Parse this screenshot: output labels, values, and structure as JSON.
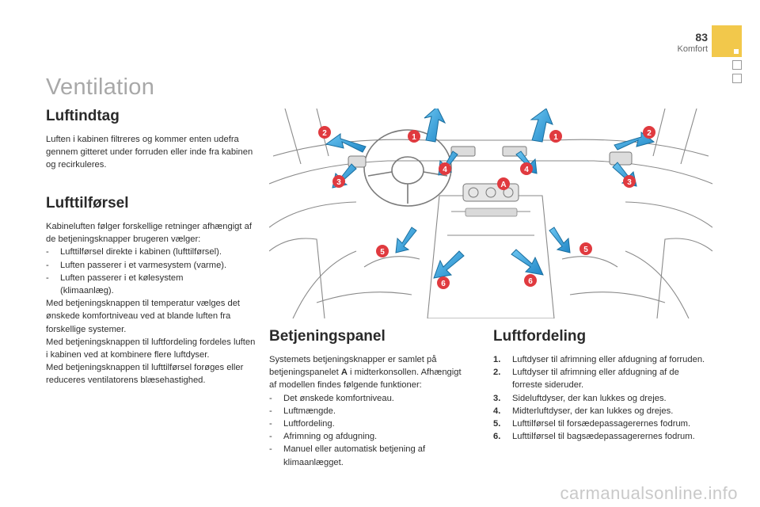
{
  "header": {
    "page_number": "83",
    "section": "Komfort"
  },
  "title": "Ventilation",
  "intake": {
    "heading": "Luftindtag",
    "body": "Luften i kabinen filtreres og kommer enten udefra gennem gitteret under forruden eller inde fra kabinen og recirkuleres."
  },
  "supply": {
    "heading": "Lufttilførsel",
    "intro": "Kabineluften følger forskellige retninger afhængigt af de betjeningsknapper brugeren vælger:",
    "items": [
      "Lufttilførsel direkte i kabinen (lufttilførsel).",
      "Luften passerer i et varmesystem (varme).",
      "Luften passerer i et kølesystem (klimaanlæg)."
    ],
    "p1": "Med betjeningsknappen til temperatur vælges det ønskede komfortniveau ved at blande luften fra forskellige systemer.",
    "p2": "Med betjeningsknappen til luftfordeling fordeles luften i kabinen ved at kombinere flere luftdyser.",
    "p3": "Med betjeningsknappen til lufttilførsel forøges eller reduceres ventilatorens blæsehastighed."
  },
  "panel": {
    "heading": "Betjeningspanel",
    "intro_before": "Systemets betjeningsknapper er samlet på betjeningspanelet ",
    "intro_bold": "A",
    "intro_after": " i midterkonsollen. Afhængigt af modellen findes følgende funktioner:",
    "items": [
      "Det ønskede komfortniveau.",
      "Luftmængde.",
      "Luftfordeling.",
      "Afrimning og afdugning.",
      "Manuel eller automatisk betjening af klimaanlægget."
    ]
  },
  "distribution": {
    "heading": "Luftfordeling",
    "items": [
      {
        "n": "1.",
        "text": "Luftdyser til afrimning eller afdugning af forruden."
      },
      {
        "n": "2.",
        "text": "Luftdyser til afrimning eller afdugning af de forreste sideruder."
      },
      {
        "n": "3.",
        "text": "Sideluftdyser, der kan lukkes og drejes."
      },
      {
        "n": "4.",
        "text": "Midterluftdyser, der kan lukkes og drejes."
      },
      {
        "n": "5.",
        "text": "Lufttilførsel til forsædepassagerernes fodrum."
      },
      {
        "n": "6.",
        "text": "Lufttilførsel til bagsædepassagerernes fodrum."
      }
    ]
  },
  "illustration": {
    "markers": [
      "1",
      "1",
      "2",
      "2",
      "3",
      "3",
      "4",
      "4",
      "5",
      "5",
      "6",
      "6",
      "A"
    ],
    "colors": {
      "marker": "#e03a3f",
      "arrow_fill": "#2f9fdb",
      "arrow_stroke": "#1a6e9e",
      "lines": "#7d7d7d"
    }
  },
  "watermark": "carmanualsonline.info"
}
